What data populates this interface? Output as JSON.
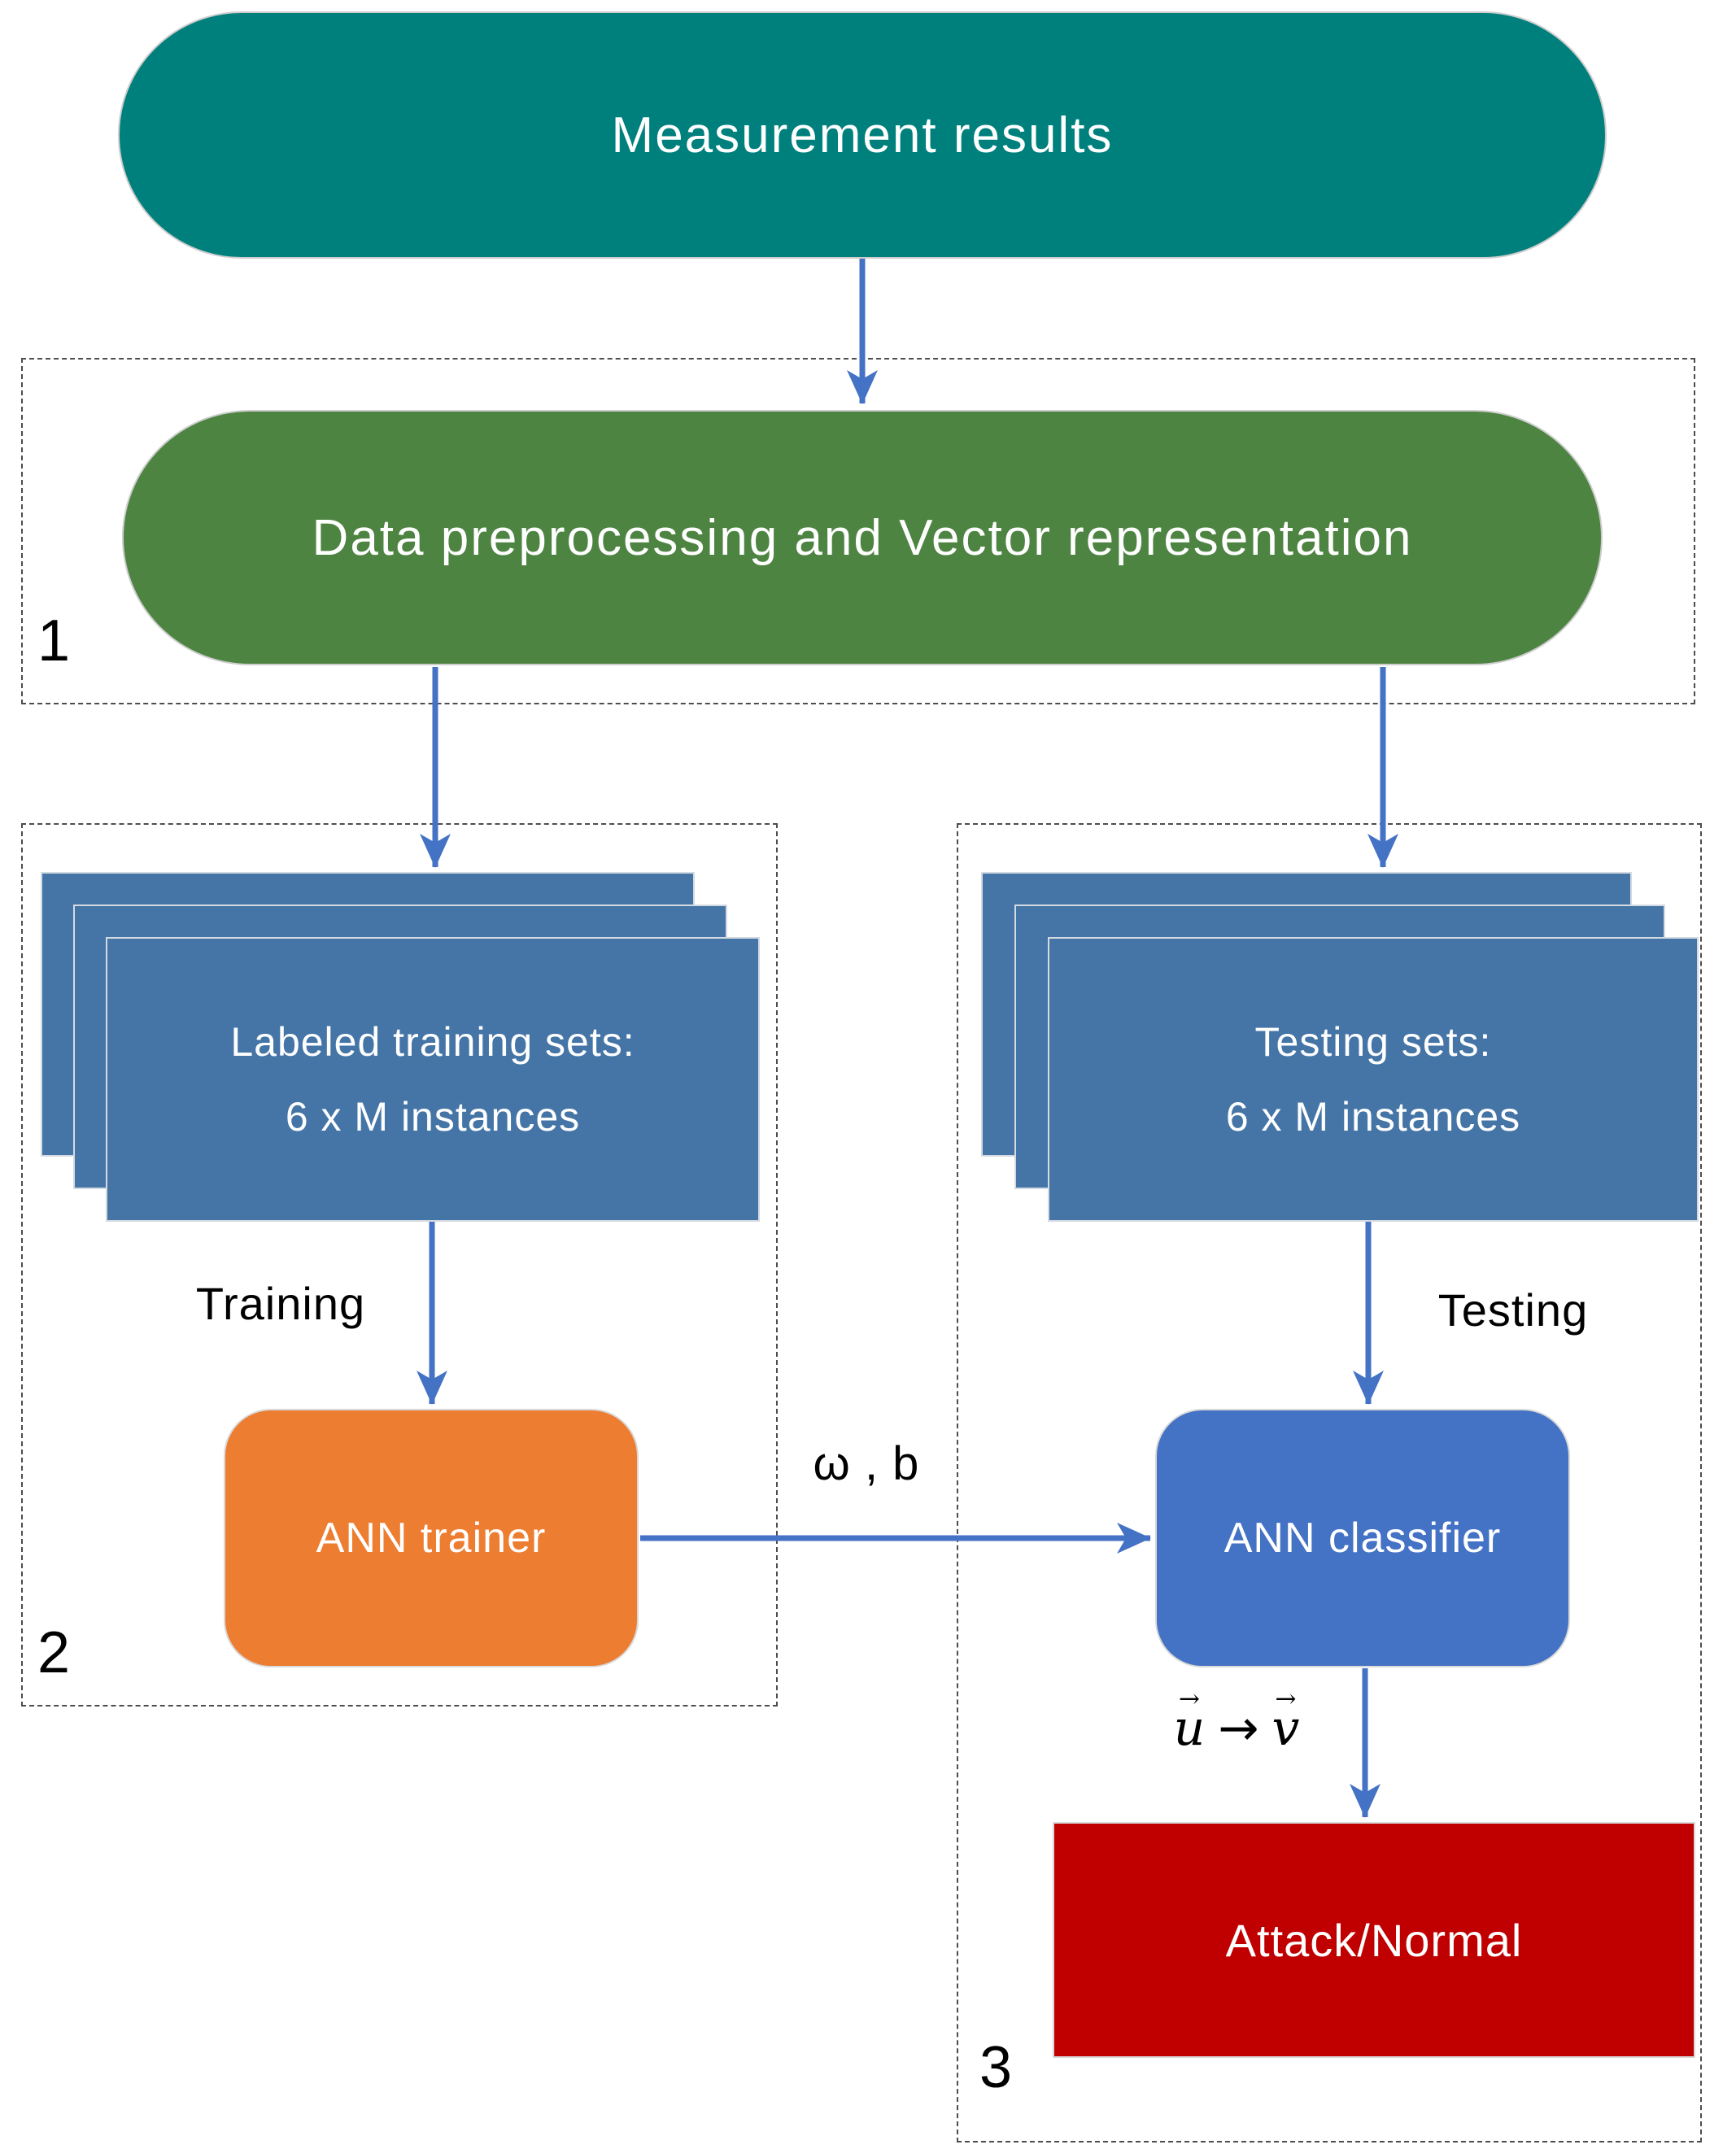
{
  "diagram": {
    "nodes": {
      "measurement": {
        "label": "Measurement results"
      },
      "preprocessing": {
        "label": "Data preprocessing and Vector representation"
      },
      "training_sets": {
        "line1": "Labeled training sets:",
        "line2": "6 x M instances"
      },
      "testing_sets": {
        "line1": "Testing sets:",
        "line2": "6 x M instances"
      },
      "ann_trainer": {
        "label": "ANN trainer"
      },
      "ann_classifier": {
        "label": "ANN classifier"
      },
      "output": {
        "label": "Attack/Normal"
      }
    },
    "edge_labels": {
      "training": "Training",
      "testing": "Testing",
      "weights": "ω , b",
      "vector_u": "u",
      "vector_arrow": "→",
      "vector_v": "v"
    },
    "region_labels": {
      "stage1": "1",
      "stage2": "2",
      "stage3": "3"
    },
    "colors": {
      "teal": "#00807D",
      "green": "#4E8442",
      "steel_blue": "#4575A6",
      "orange": "#ED7D31",
      "blue": "#4472C4",
      "red": "#C00000",
      "arrow": "#4472C4"
    }
  }
}
